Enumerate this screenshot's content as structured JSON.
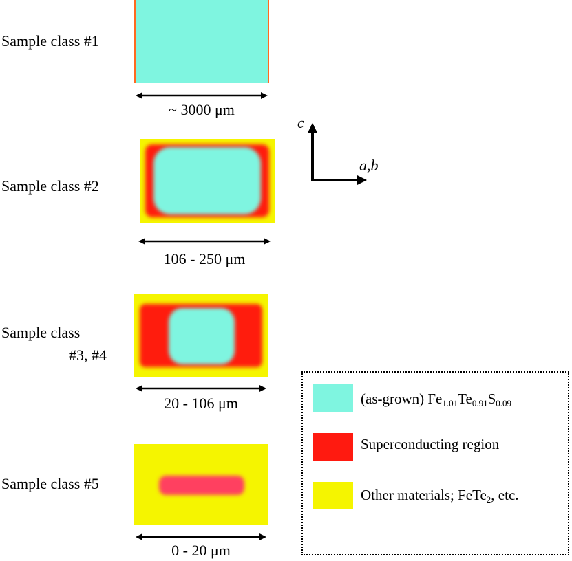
{
  "samples": [
    {
      "label": "Sample class #1",
      "dimension": "~ 3000 μm"
    },
    {
      "label": "Sample class #2",
      "dimension": "106 - 250 μm"
    },
    {
      "label_line1": "Sample class",
      "label_line2": "#3, #4",
      "dimension": "20 - 106 μm"
    },
    {
      "label": "Sample class #5",
      "dimension": "0 - 20 μm"
    }
  ],
  "axes": {
    "vertical": "c",
    "horizontal": "a,b"
  },
  "legend": {
    "item1": {
      "prefix": "(as-grown) Fe",
      "sub1": "1.01",
      "mid1": "Te",
      "sub2": "0.91",
      "mid2": "S",
      "sub3": "0.09",
      "color": "#7ff5e0"
    },
    "item2": {
      "text": "Superconducting region",
      "color": "#ff1a10"
    },
    "item3": {
      "prefix": "Other materials; FeTe",
      "sub": "2",
      "suffix": ", etc.",
      "color": "#f5f500"
    }
  },
  "colors": {
    "as_grown": "#7ff5e0",
    "superconducting": "#ff1a10",
    "other": "#f5f500"
  }
}
